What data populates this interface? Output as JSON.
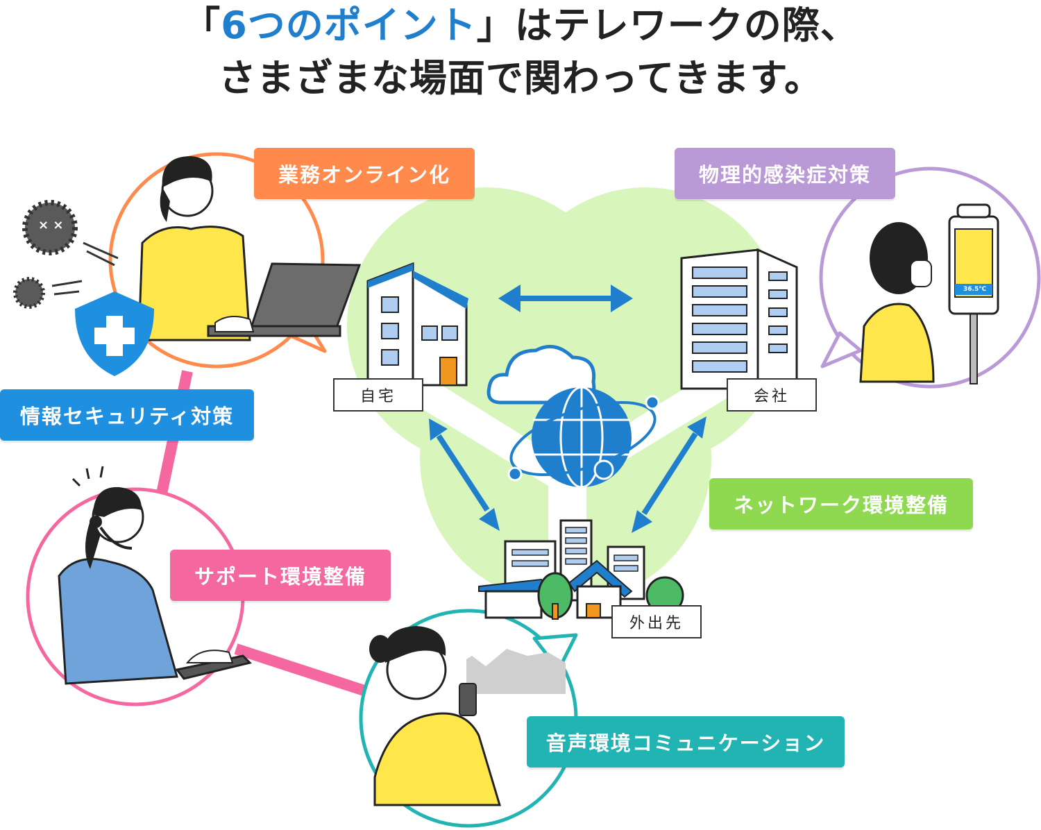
{
  "title": {
    "line1_open": "「",
    "line1_highlight": "6つのポイント",
    "line1_rest": "」はテレワークの際、",
    "line2": "さまざまな場面で関わってきます。"
  },
  "labels": {
    "online": "業務オンライン化",
    "security": "情報セキュリティ対策",
    "support": "サポート環境整備",
    "voice": "音声環境コミュニケーション",
    "network": "ネットワーク環境整備",
    "infection": "物理的感染症対策"
  },
  "places": {
    "home": "自宅",
    "office": "会社",
    "outside": "外出先"
  },
  "thermometer_reading": "36.5℃",
  "colors": {
    "accent_blue": "#1f7fcc",
    "online": "#ff8a4c",
    "security": "#1f8fe0",
    "support": "#f5679f",
    "voice": "#22b3b3",
    "network": "#8ed94f",
    "infection": "#b99ad6",
    "clover": "#d8f5bc",
    "yellow_shirt": "#ffe64a"
  },
  "icons": [
    "shield-plus-icon",
    "virus-icon",
    "cloud-icon",
    "globe-icon",
    "house-icon",
    "office-building-icon",
    "town-icon",
    "laptop-icon",
    "headset-icon",
    "phone-icon",
    "thermometer-kiosk-icon"
  ]
}
